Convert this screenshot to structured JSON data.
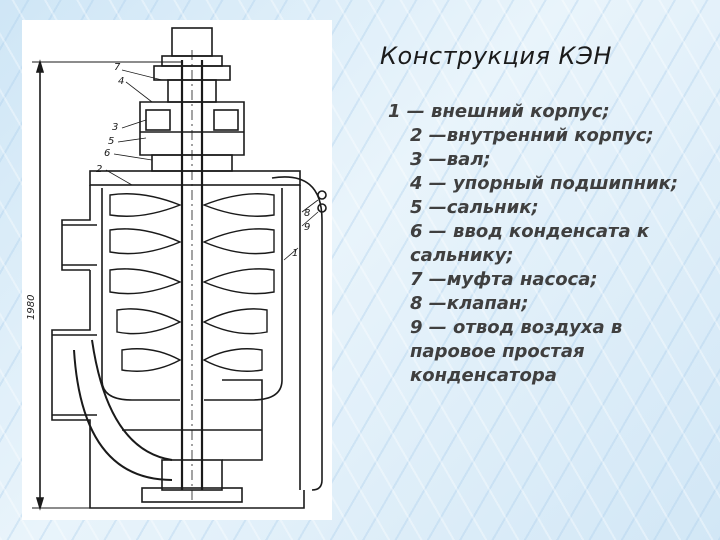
{
  "slide": {
    "title": "Конструкция КЭН",
    "legend": [
      "1 — внешний корпус;",
      "2 —внутренний корпус;",
      "3 —вал;",
      "4 — упорный подшипник;",
      "5 —сальник;",
      "6 — ввод конденсата к сальнику;",
      "7 —муфта насоса;",
      "8 —клапан;",
      "9 — отвод воздуха в паровое простая конденсатора"
    ]
  },
  "drawing": {
    "callouts": [
      "7",
      "4",
      "3",
      "5",
      "6",
      "2",
      "8",
      "9",
      "1"
    ],
    "dimension": "1980"
  },
  "colors": {
    "background": "#d9ebf7",
    "drawing_ink": "#1a1a1a",
    "title_text": "#1b1b1b",
    "legend_text": "#3f3f3f"
  }
}
